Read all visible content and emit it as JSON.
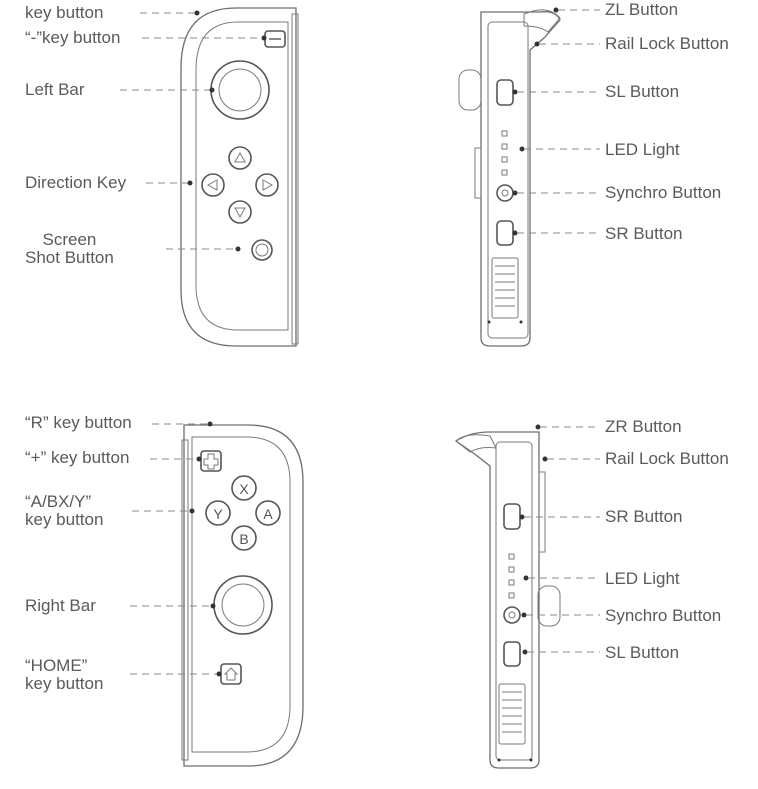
{
  "left_front": {
    "key_button": "key button",
    "minus_key_button": "“-”key button",
    "left_bar": "Left Bar",
    "direction_key": "Direction Key",
    "screen_shot_button_line1": "Screen",
    "screen_shot_button_line2": "Shot Button"
  },
  "left_side": {
    "zl_button": "ZL Button",
    "rail_lock_button": "Rail Lock Button",
    "sl_button": "SL Button",
    "led_light": "LED Light",
    "synchro_button": "Synchro Button",
    "sr_button": "SR Button"
  },
  "right_front": {
    "r_key_button": "“R” key button",
    "plus_key_button": "“+” key button",
    "abxy_line1": "“A/BX/Y”",
    "abxy_line2": "key button",
    "right_bar": "Right Bar",
    "home_line1": "“HOME”",
    "home_line2": "key button",
    "face_buttons": {
      "x": "X",
      "y": "Y",
      "a": "A",
      "b": "B"
    }
  },
  "right_side": {
    "zr_button": "ZR Button",
    "rail_lock_button": "Rail Lock Button",
    "sr_button": "SR Button",
    "led_light": "LED Light",
    "synchro_button": "Synchro Button",
    "sl_button": "SL Button"
  },
  "colors": {
    "line": "#6e6e6e",
    "text": "#5a5a5a",
    "leader": "#8a8a8a"
  }
}
